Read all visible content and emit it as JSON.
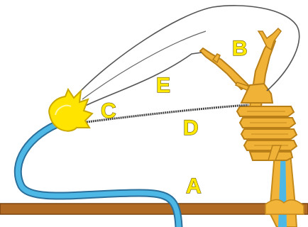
{
  "labels": {
    "a": "A",
    "b": "B",
    "c": "C",
    "d": "D",
    "e": "E"
  },
  "colors": {
    "background": "#ffffff",
    "ground": "#b06a24",
    "ground_edge": "#7a4512",
    "root": "#f2b53a",
    "root_edge": "#c48a1c",
    "stem": "#f0b338",
    "stem_edge": "#b87f18",
    "xylem": "#4db8e6",
    "trap_fill": "#ffe400",
    "trap_edge": "#c9a800",
    "thread": "#555555",
    "label_fill": "#ffe800"
  }
}
